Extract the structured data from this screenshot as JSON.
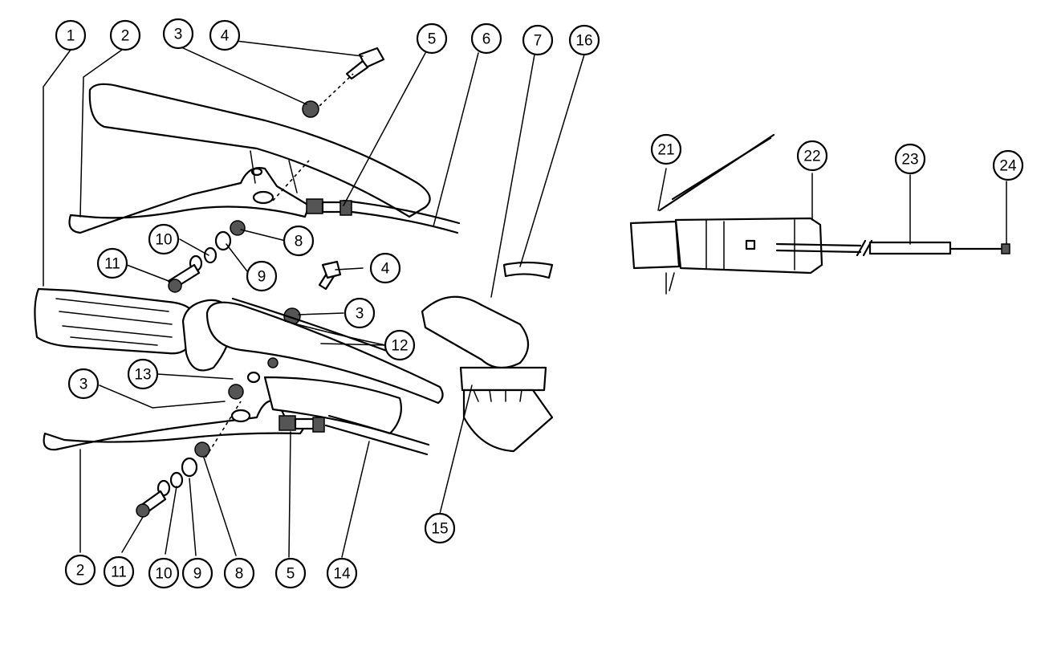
{
  "callouts": [
    {
      "id": "c1",
      "label": "1"
    },
    {
      "id": "c2a",
      "label": "2"
    },
    {
      "id": "c3a",
      "label": "3"
    },
    {
      "id": "c4a",
      "label": "4"
    },
    {
      "id": "c5a",
      "label": "5"
    },
    {
      "id": "c6",
      "label": "6"
    },
    {
      "id": "c7",
      "label": "7"
    },
    {
      "id": "c16",
      "label": "16"
    },
    {
      "id": "c10a",
      "label": "10"
    },
    {
      "id": "c8a",
      "label": "8"
    },
    {
      "id": "c11a",
      "label": "11"
    },
    {
      "id": "c9a",
      "label": "9"
    },
    {
      "id": "c4b",
      "label": "4"
    },
    {
      "id": "c3b",
      "label": "3"
    },
    {
      "id": "c12",
      "label": "12"
    },
    {
      "id": "c13",
      "label": "13"
    },
    {
      "id": "c3c",
      "label": "3"
    },
    {
      "id": "c15",
      "label": "15"
    },
    {
      "id": "c2b",
      "label": "2"
    },
    {
      "id": "c11b",
      "label": "11"
    },
    {
      "id": "c10b",
      "label": "10"
    },
    {
      "id": "c9b",
      "label": "9"
    },
    {
      "id": "c8b",
      "label": "8"
    },
    {
      "id": "c5b",
      "label": "5"
    },
    {
      "id": "c14",
      "label": "14"
    },
    {
      "id": "c21",
      "label": "21"
    },
    {
      "id": "c22",
      "label": "22"
    },
    {
      "id": "c23",
      "label": "23"
    },
    {
      "id": "c24",
      "label": "24"
    }
  ]
}
